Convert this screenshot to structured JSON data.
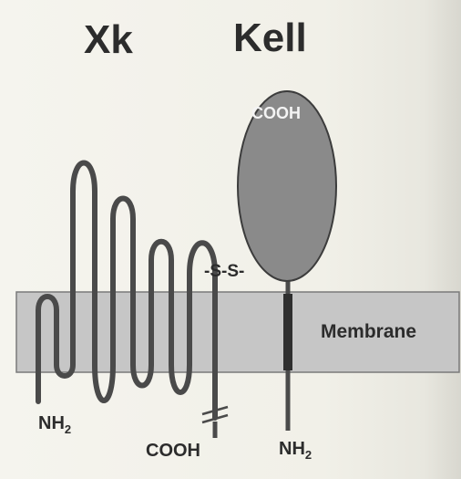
{
  "diagram": {
    "xk_title": "Xk",
    "kell_title": "Kell",
    "membrane_label": "Membrane",
    "kell_cooh_label": "COOH",
    "disulfide_label": "-S-S-",
    "xk_nh2_base": "NH",
    "xk_nh2_sub": "2",
    "xk_cooh_label": "COOH",
    "kell_nh2_base": "NH",
    "kell_nh2_sub": "2"
  },
  "colors": {
    "background": "#f2f1ea",
    "membrane": "#c6c6c6",
    "strand": "#4a4a4a",
    "kell_domain": "#8a8a8a",
    "label": "#2c2c2c"
  }
}
